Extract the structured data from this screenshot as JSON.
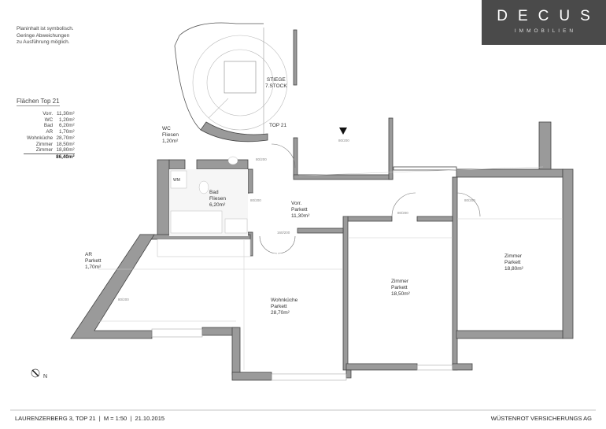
{
  "notes": [
    "Planinhalt ist symbolisch.",
    "Geringe Abweichungen",
    "zu Ausführung möglich."
  ],
  "areas": {
    "title": "Flächen Top 21",
    "rows": [
      {
        "room": "Vorr.",
        "area": "11,30m²"
      },
      {
        "room": "WC",
        "area": "1,20m²"
      },
      {
        "room": "Bad",
        "area": "6,20m²"
      },
      {
        "room": "AR",
        "area": "1,70m²"
      },
      {
        "room": "Wohnküche",
        "area": "28,70m²"
      },
      {
        "room": "Zimmer",
        "area": "18,50m²"
      },
      {
        "room": "Zimmer",
        "area": "18,80m²"
      }
    ],
    "total": "86,40m²"
  },
  "logo": {
    "name": "DECUS",
    "sub": "IMMOBILIEN"
  },
  "plan": {
    "stair": [
      "STIEGE",
      "7.STOCK"
    ],
    "entrance": "TOP 21",
    "wc": [
      "WC",
      "Fliesen",
      "1,20m²"
    ],
    "bad": [
      "Bad",
      "Fliesen",
      "6,20m²"
    ],
    "wm": "WM",
    "vorraum": [
      "Vorr.",
      "Parkett",
      "11,30m²"
    ],
    "ar": [
      "AR",
      "Parkett",
      "1,70m²"
    ],
    "wohnkueche": [
      "Wohnküche",
      "Parkett",
      "28,70m²"
    ],
    "zimmer1": [
      "Zimmer",
      "Parkett",
      "18,50m²"
    ],
    "zimmer2": [
      "Zimmer",
      "Parkett",
      "18,80m²"
    ],
    "doors": [
      "80/200",
      "80/200",
      "80/200",
      "80/200",
      "80/200",
      "80/200",
      "160/200"
    ],
    "north": "N"
  },
  "footer": {
    "left": "LAURENZERBERG 3, TOP 21  |  M = 1:50  |  21.10.2015",
    "right": "WÜSTENROT VERSICHERUNGS AG"
  }
}
